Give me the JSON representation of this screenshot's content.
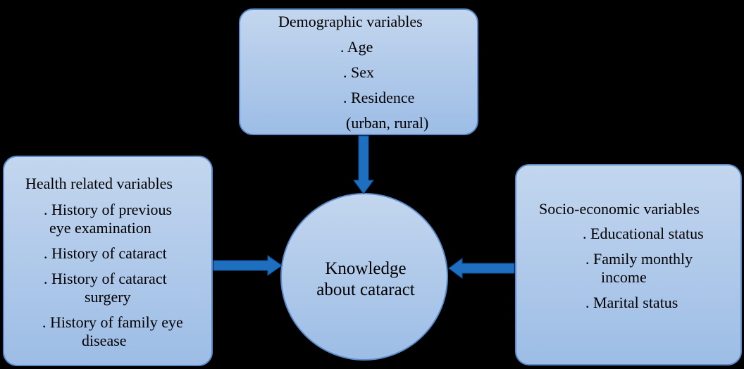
{
  "demographic": {
    "title": "Demographic variables",
    "items": [
      ". Age",
      ". Sex",
      ". Residence",
      "(urban, rural)"
    ]
  },
  "health": {
    "title": "Health related variables",
    "lines": [
      ". History of previous",
      "eye examination",
      ". History of cataract",
      ". History of cataract",
      "surgery",
      ". History of family eye",
      "disease"
    ]
  },
  "socio": {
    "title": "Socio-economic variables",
    "lines": [
      ". Educational status",
      ". Family monthly",
      "income",
      ". Marital status"
    ]
  },
  "center": {
    "lines": [
      "Knowledge",
      "about cataract"
    ]
  },
  "colors": {
    "box_fill": "#b0cbeb",
    "arrow": "#1f6fc0",
    "background": "#000000"
  }
}
